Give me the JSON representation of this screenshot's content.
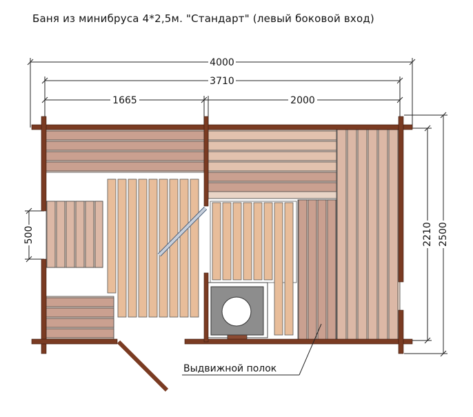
{
  "title": "Баня из минибруса 4*2,5м. \"Стандарт\" (левый боковой вход)",
  "dimensions": {
    "overall_length": "4000",
    "inner_length": "3710",
    "room_left": "1665",
    "room_right": "2000",
    "door_width": "500",
    "inner_width": "2210",
    "overall_width": "2500"
  },
  "callout": "Выдвижной полок",
  "colors": {
    "wall": "#7a3b22",
    "board_light": "#d9b29b",
    "board_mid": "#caa090",
    "board_floor": "#e8bd9a",
    "glass": "#c8d0dc",
    "stove": "#8d8d8d",
    "line": "#222222"
  }
}
